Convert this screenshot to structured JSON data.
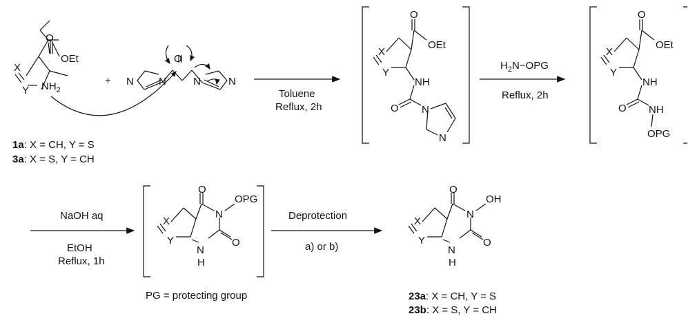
{
  "atoms": {
    "X": "X",
    "Y": "Y",
    "O": "O",
    "N": "N",
    "OEt": "OEt",
    "NH2": "NH",
    "NH2_sub": "2",
    "NH": "NH",
    "H": "H",
    "OPG": "OPG",
    "OH": "OH"
  },
  "reagents": {
    "step1_line1": "Toluene",
    "step1_line2": "Reflux, 2h",
    "step2_h": "H",
    "step2_sub": "2",
    "step2_rest": "N−OPG",
    "step2_line2": "Reflux, 2h",
    "step3_line1": "NaOH aq",
    "step3_line2": "EtOH",
    "step3_line3": "Reflux, 1h",
    "step4_line1": "Deprotection",
    "step4_line2": "a) or b)"
  },
  "plus": "+",
  "labels": {
    "c1a_id": "1a",
    "c1a_def": ": X = CH, Y = S",
    "c3a_id": "3a",
    "c3a_def": ": X = S, Y = CH",
    "pg_note": "PG = protecting group",
    "c23a_id": "23a",
    "c23a_def": ": X = CH, Y = S",
    "c23b_id": "23b",
    "c23b_def": ": X = S, Y = CH"
  }
}
